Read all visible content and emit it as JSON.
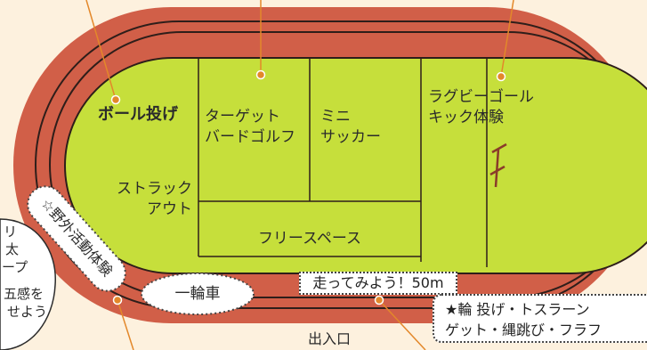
{
  "colors": {
    "background": "#fdf1de",
    "track": "#d15f48",
    "lane_line": "#2e1e1a",
    "field": "#c6df3b",
    "field_border": "#2e1e1a",
    "leader": "#e3882a",
    "goal_post": "#8a3b2a"
  },
  "zones": {
    "ball_throw": "ボール投げ",
    "target_bird_golf": [
      "ターゲット",
      "バードゴルフ"
    ],
    "mini_soccer": [
      "ミニ",
      "サッカー"
    ],
    "rugby_goal_kick": [
      "ラグビーゴール",
      "キック体験"
    ],
    "struck_out": [
      "ストラック",
      "アウト"
    ],
    "free_space": "フリースペース"
  },
  "tags": {
    "field_sports": "☆野外活動体験",
    "unicycle": "一輪車",
    "run_50m": "走ってみよう！50m",
    "star_list": [
      "★輪 投げ・トスラーン",
      "ゲット・縄跳び・フラフ"
    ],
    "left_bubble": [
      "リ",
      "太",
      "ープ",
      "五感を",
      "せよう"
    ]
  },
  "entrance": "出入口",
  "icons": {
    "goal": "rugby-goal-post-icon"
  }
}
